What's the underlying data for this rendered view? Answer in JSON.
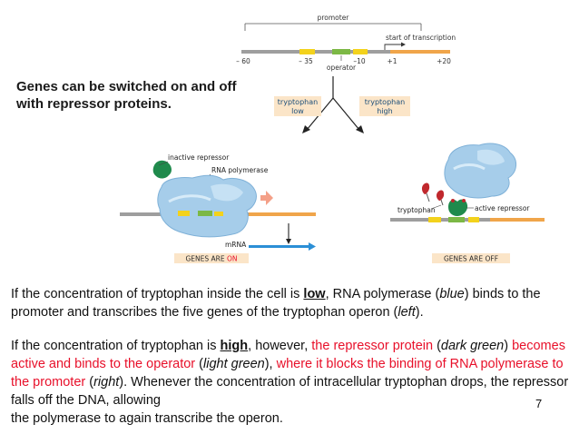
{
  "diagram": {
    "promoter_label": "promoter",
    "start_label": "start of transcription",
    "positions": [
      "– 60",
      "– 35",
      "–10",
      "+1",
      "+20"
    ],
    "operator_label": "operator",
    "low_box": {
      "line1": "tryptophan",
      "line2": "low"
    },
    "high_box": {
      "line1": "tryptophan",
      "line2": "high"
    },
    "inactive_repressor_label": "inactive repressor",
    "rna_polymerase_label": "RNA polymerase",
    "mrna_label": "mRNA",
    "tryptophan_label": "tryptophan",
    "active_repressor_label": "active repressor",
    "genes_on": {
      "prefix": "GENES ARE ",
      "state": "ON"
    },
    "genes_off_label": "GENES ARE OFF",
    "colors": {
      "dna": "#9e9e9e",
      "promoter_yellow": "#f3d21c",
      "operator_green": "#7cb845",
      "transcribed_orange": "#f0a54a",
      "polymerase_blue": "#a6cdea",
      "repressor_dark_green": "#1f8a4c",
      "mrna_blue": "#2b8fd6",
      "box_fill": "#fbe5c8",
      "red_text": "#e8102a"
    }
  },
  "headline": {
    "line1": "Genes can be switched on and off",
    "line2": "with repressor proteins."
  },
  "paragraph1": {
    "t1": "If the concentration of tryptophan inside the cell is ",
    "low": "low",
    "t2": ", RNA polymerase (",
    "blue": "blue",
    "t3": ") binds to the promoter and transcribes the five genes of the tryptophan operon (",
    "left": "left",
    "t4": ")."
  },
  "paragraph2": {
    "t1": "If the concentration of tryptophan is ",
    "high": "high",
    "t2": ", however, ",
    "red1": "the repressor protein",
    "t3": " (",
    "dark_green": "dark green",
    "t4": ") ",
    "red2": "becomes active and binds to the operator",
    "t5": " (",
    "light_green": "light green",
    "t6": "), ",
    "red3": "where it blocks the binding of RNA polymerase to the promoter",
    "t7": " (",
    "right": "right",
    "t8": "). Whenever the concentration of intracellular tryptophan drops, the repressor falls off the DNA, allowing",
    "t9": "the polymerase to again transcribe the operon."
  },
  "page_number": "7"
}
